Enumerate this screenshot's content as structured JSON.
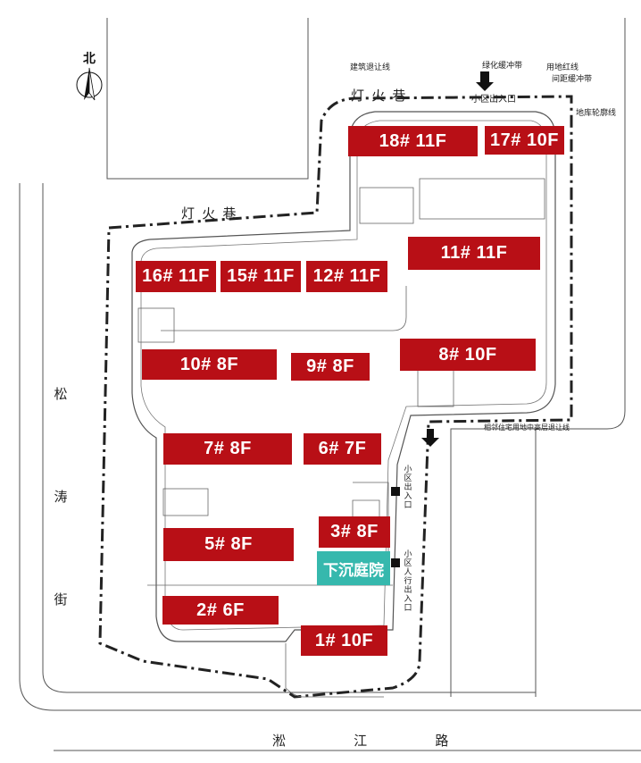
{
  "north_label": "北",
  "roads": {
    "denghuo_top": "灯 火 巷",
    "denghuo_mid": "灯 火 巷",
    "songtao_chars": [
      "松",
      "涛",
      "街"
    ],
    "songjiang": "淞 江 路"
  },
  "notes": {
    "building_setback": "建筑退让线",
    "green_buffer": "绿化缓冲带",
    "land_red_line": "用地红线",
    "spacing_buffer": "间距缓冲带",
    "basement_outline": "地库轮廓线",
    "community_entrance_top": "小区出入口",
    "adjacent_setback": "相邻住宅用地中高层退让线",
    "community_entrance_side": "小区出入口",
    "community_entrance_bottom": "小区人行出入口"
  },
  "buildings": [
    {
      "id": "b18",
      "label": "18# 11F"
    },
    {
      "id": "b17",
      "label": "17# 10F"
    },
    {
      "id": "b11",
      "label": "11# 11F"
    },
    {
      "id": "b16",
      "label": "16# 11F"
    },
    {
      "id": "b15",
      "label": "15# 11F"
    },
    {
      "id": "b12",
      "label": "12# 11F"
    },
    {
      "id": "b10",
      "label": "10# 8F"
    },
    {
      "id": "b9",
      "label": "9# 8F"
    },
    {
      "id": "b8",
      "label": "8# 10F"
    },
    {
      "id": "b7",
      "label": "7# 8F"
    },
    {
      "id": "b6",
      "label": "6# 7F"
    },
    {
      "id": "b5",
      "label": "5# 8F"
    },
    {
      "id": "b3",
      "label": "3# 8F"
    },
    {
      "id": "b2",
      "label": "2# 6F"
    },
    {
      "id": "b1",
      "label": "1# 10F"
    }
  ],
  "sunken_courtyard": "下沉庭院",
  "colors": {
    "building": "#b80f16",
    "courtyard": "#36b8ad",
    "lines": "#333333"
  }
}
